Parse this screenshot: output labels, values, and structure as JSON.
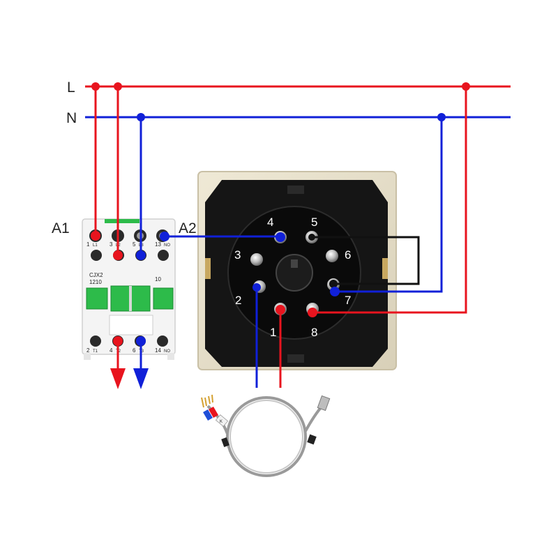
{
  "bus": {
    "l_label": "L",
    "n_label": "N",
    "l_color": "#e8141e",
    "n_color": "#1020d8",
    "link_color": "#111111"
  },
  "contactor": {
    "a1_label": "A1",
    "a2_label": "A2",
    "model_line1": "CJX2",
    "model_line2": "1210",
    "aux_label": "10",
    "top_terminals": [
      "1",
      "L1",
      "3",
      "L2",
      "5",
      "L3",
      "13",
      "NO"
    ],
    "bottom_terminals": [
      "2",
      "T1",
      "4",
      "T2",
      "6",
      "T3",
      "14",
      "NO"
    ]
  },
  "controller": {
    "pins": [
      "1",
      "2",
      "3",
      "4",
      "5",
      "6",
      "7",
      "8"
    ]
  },
  "probe": {
    "tag": "K"
  }
}
